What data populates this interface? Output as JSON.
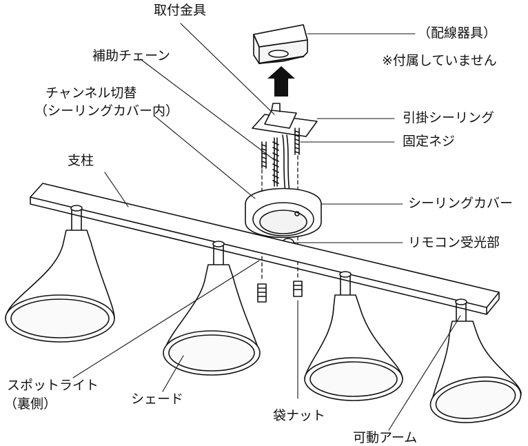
{
  "labels": {
    "mounting_bracket": "取付金具",
    "wiring_fixture": "（配線器具）",
    "not_included": "※付属していません",
    "aux_chain": "補助チェーン",
    "channel_switch_l1": "チャンネル切替",
    "channel_switch_l2": "（シーリングカバー内）",
    "hook_ceiling": "引掛シーリング",
    "fixing_screw": "固定ネジ",
    "pillar": "支柱",
    "ceiling_cover": "シーリングカバー",
    "remote_receiver": "リモコン受光部",
    "spotlight_l1": "スポットライト",
    "spotlight_l2": "（裏側）",
    "shade": "シェード",
    "cap_nut": "袋ナット",
    "movable_arm": "可動アーム"
  },
  "colors": {
    "line": "#111111",
    "background": "#ffffff"
  }
}
